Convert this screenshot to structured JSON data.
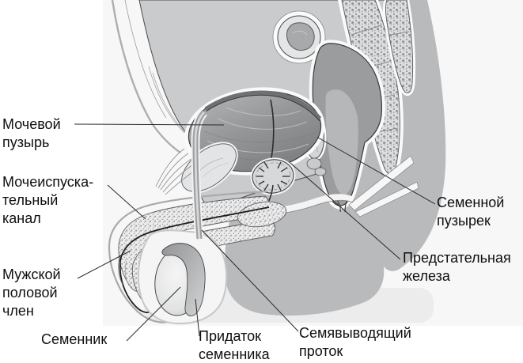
{
  "labels": {
    "bladder": "Мочевой\nпузырь",
    "urethra": "Мочеиспуска-\nтельный\nканал",
    "penis": "Мужской\nполовой\nчлен",
    "testis": "Семенник",
    "epididymis": "Придаток\nсеменника",
    "vas_deferens": "Семявыводящий\nпроток",
    "seminal_vesicle": "Семенной\nпузырек",
    "prostate": "Предстательная\nжелеза"
  },
  "palette": {
    "background": "#ffffff",
    "body_tissue": "#c9cbcc",
    "deep_tissue": "#b8babb",
    "bladder_dark": "#8b8c8d",
    "bone_stipple": "#dcddde",
    "outline": "#3b3b3b",
    "label_text": "#0f0f0f"
  }
}
